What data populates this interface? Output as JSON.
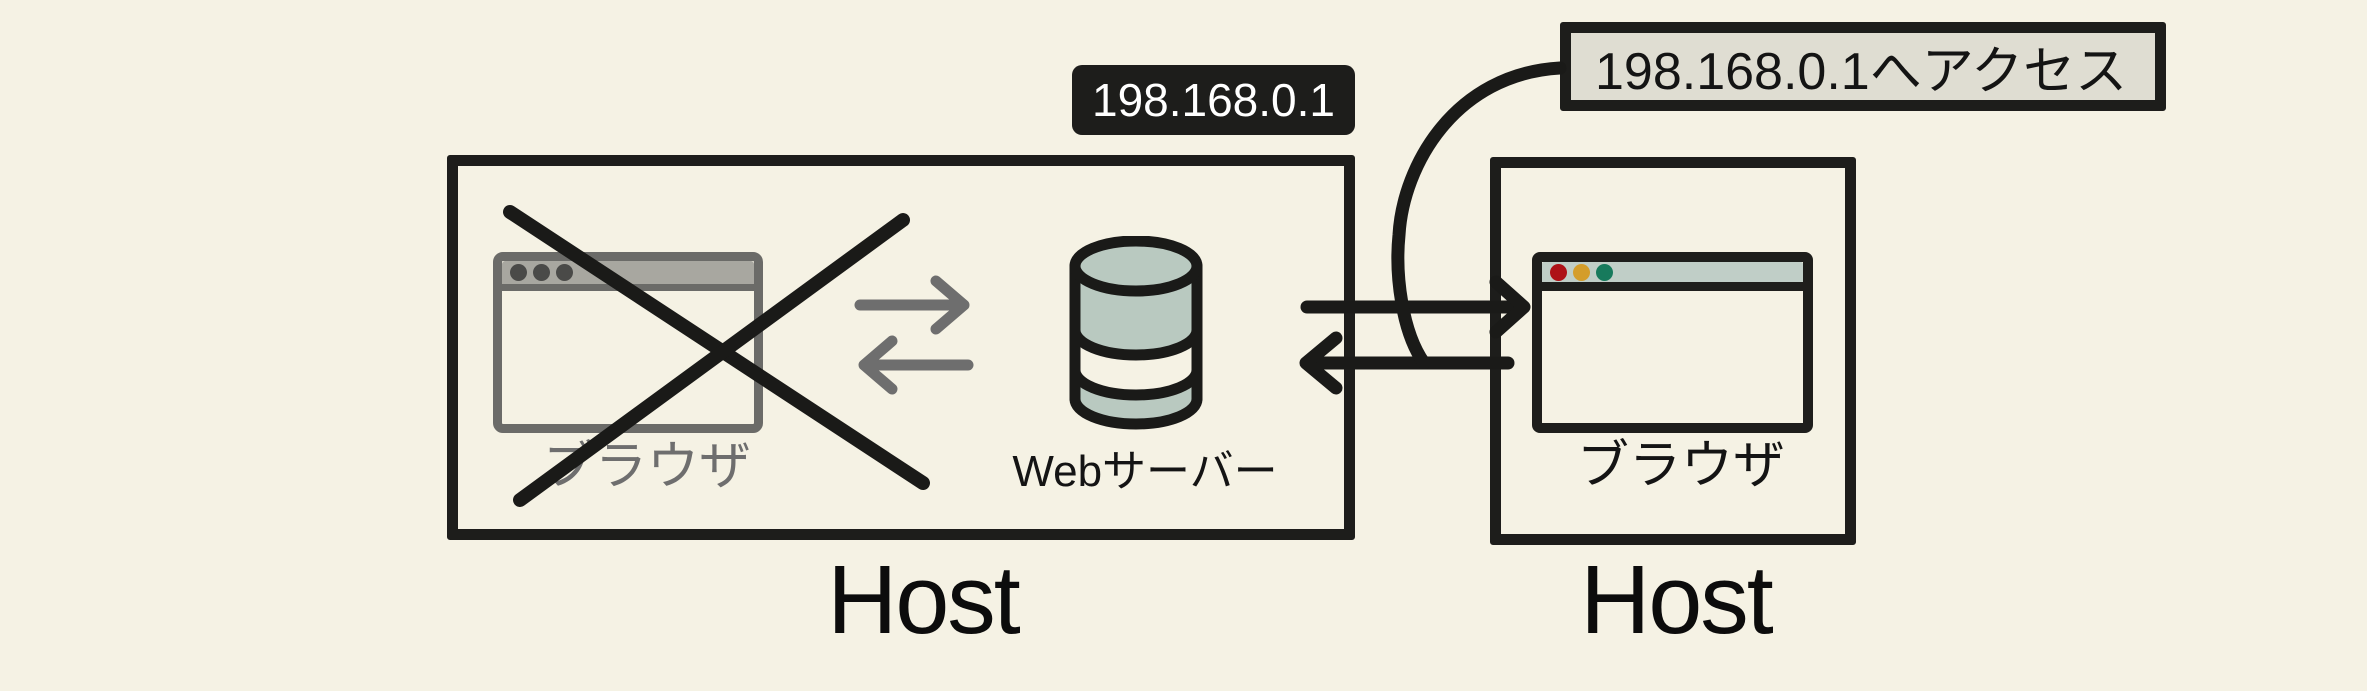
{
  "ip_chip": {
    "text": "198.168.0.1"
  },
  "callout": {
    "text": "198.168.0.1へアクセス"
  },
  "server_host": {
    "label": "Host",
    "browser_label": "ブラウザ",
    "server_label": "Webサーバー"
  },
  "client_host": {
    "label": "Host",
    "browser_label": "ブラウザ"
  },
  "icons": {
    "server": "database-cylinder",
    "disabled_browser": "browser-window-crossed-out",
    "client_browser": "browser-window",
    "local_exchange": "left-right-gray-arrows",
    "request": "black-left-arrow",
    "response": "black-right-arrow",
    "connector": "curved-callout-line"
  },
  "colors": {
    "background": "#f5f2e4",
    "stroke_black": "#1d1d1b",
    "gray": "#6e6e6e",
    "sage_fill": "#b9c9c0",
    "titlebar_sage": "#c0cec7",
    "titlebar_gray": "#a8a7a0",
    "callout_fill": "#dfddd2",
    "chip_bg": "#1d1d1b",
    "chip_text": "#ffffff",
    "dot_red": "#ae1117",
    "dot_orange": "#d49d2a",
    "dot_green": "#177a5c"
  }
}
